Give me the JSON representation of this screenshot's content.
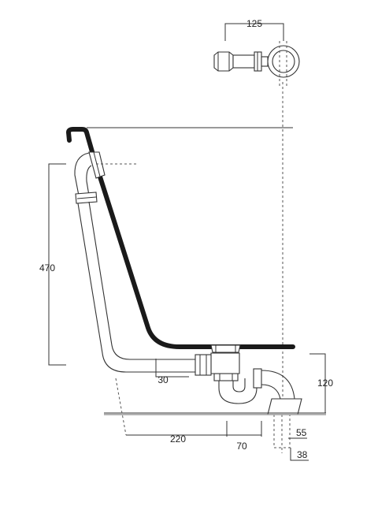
{
  "dimensions": {
    "top_width": "125",
    "overflow_height": "470",
    "trap_height": "120",
    "outlet_gap": "30",
    "horizontal_run": "220",
    "trap_offset": "70",
    "floor_gap": "55",
    "outlet_diameter": "38"
  },
  "colors": {
    "line": "#333333",
    "tub_wall": "#1a1a1a",
    "floor": "#9a9a9a"
  }
}
